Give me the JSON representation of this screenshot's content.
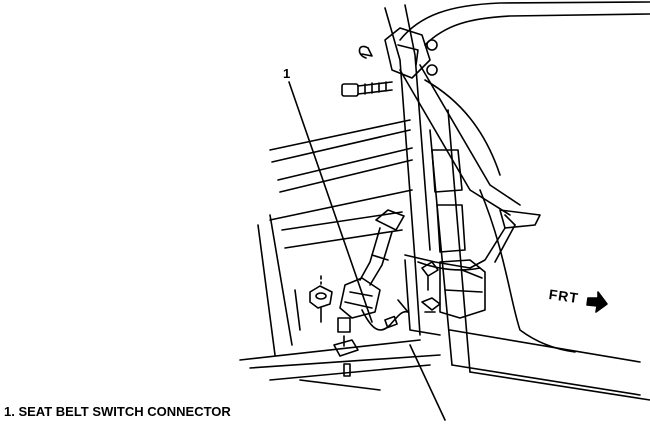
{
  "callout": {
    "number": "1"
  },
  "direction": {
    "label": "FRT"
  },
  "legend": {
    "items": [
      "1. SEAT BELT SWITCH CONNECTOR"
    ]
  }
}
